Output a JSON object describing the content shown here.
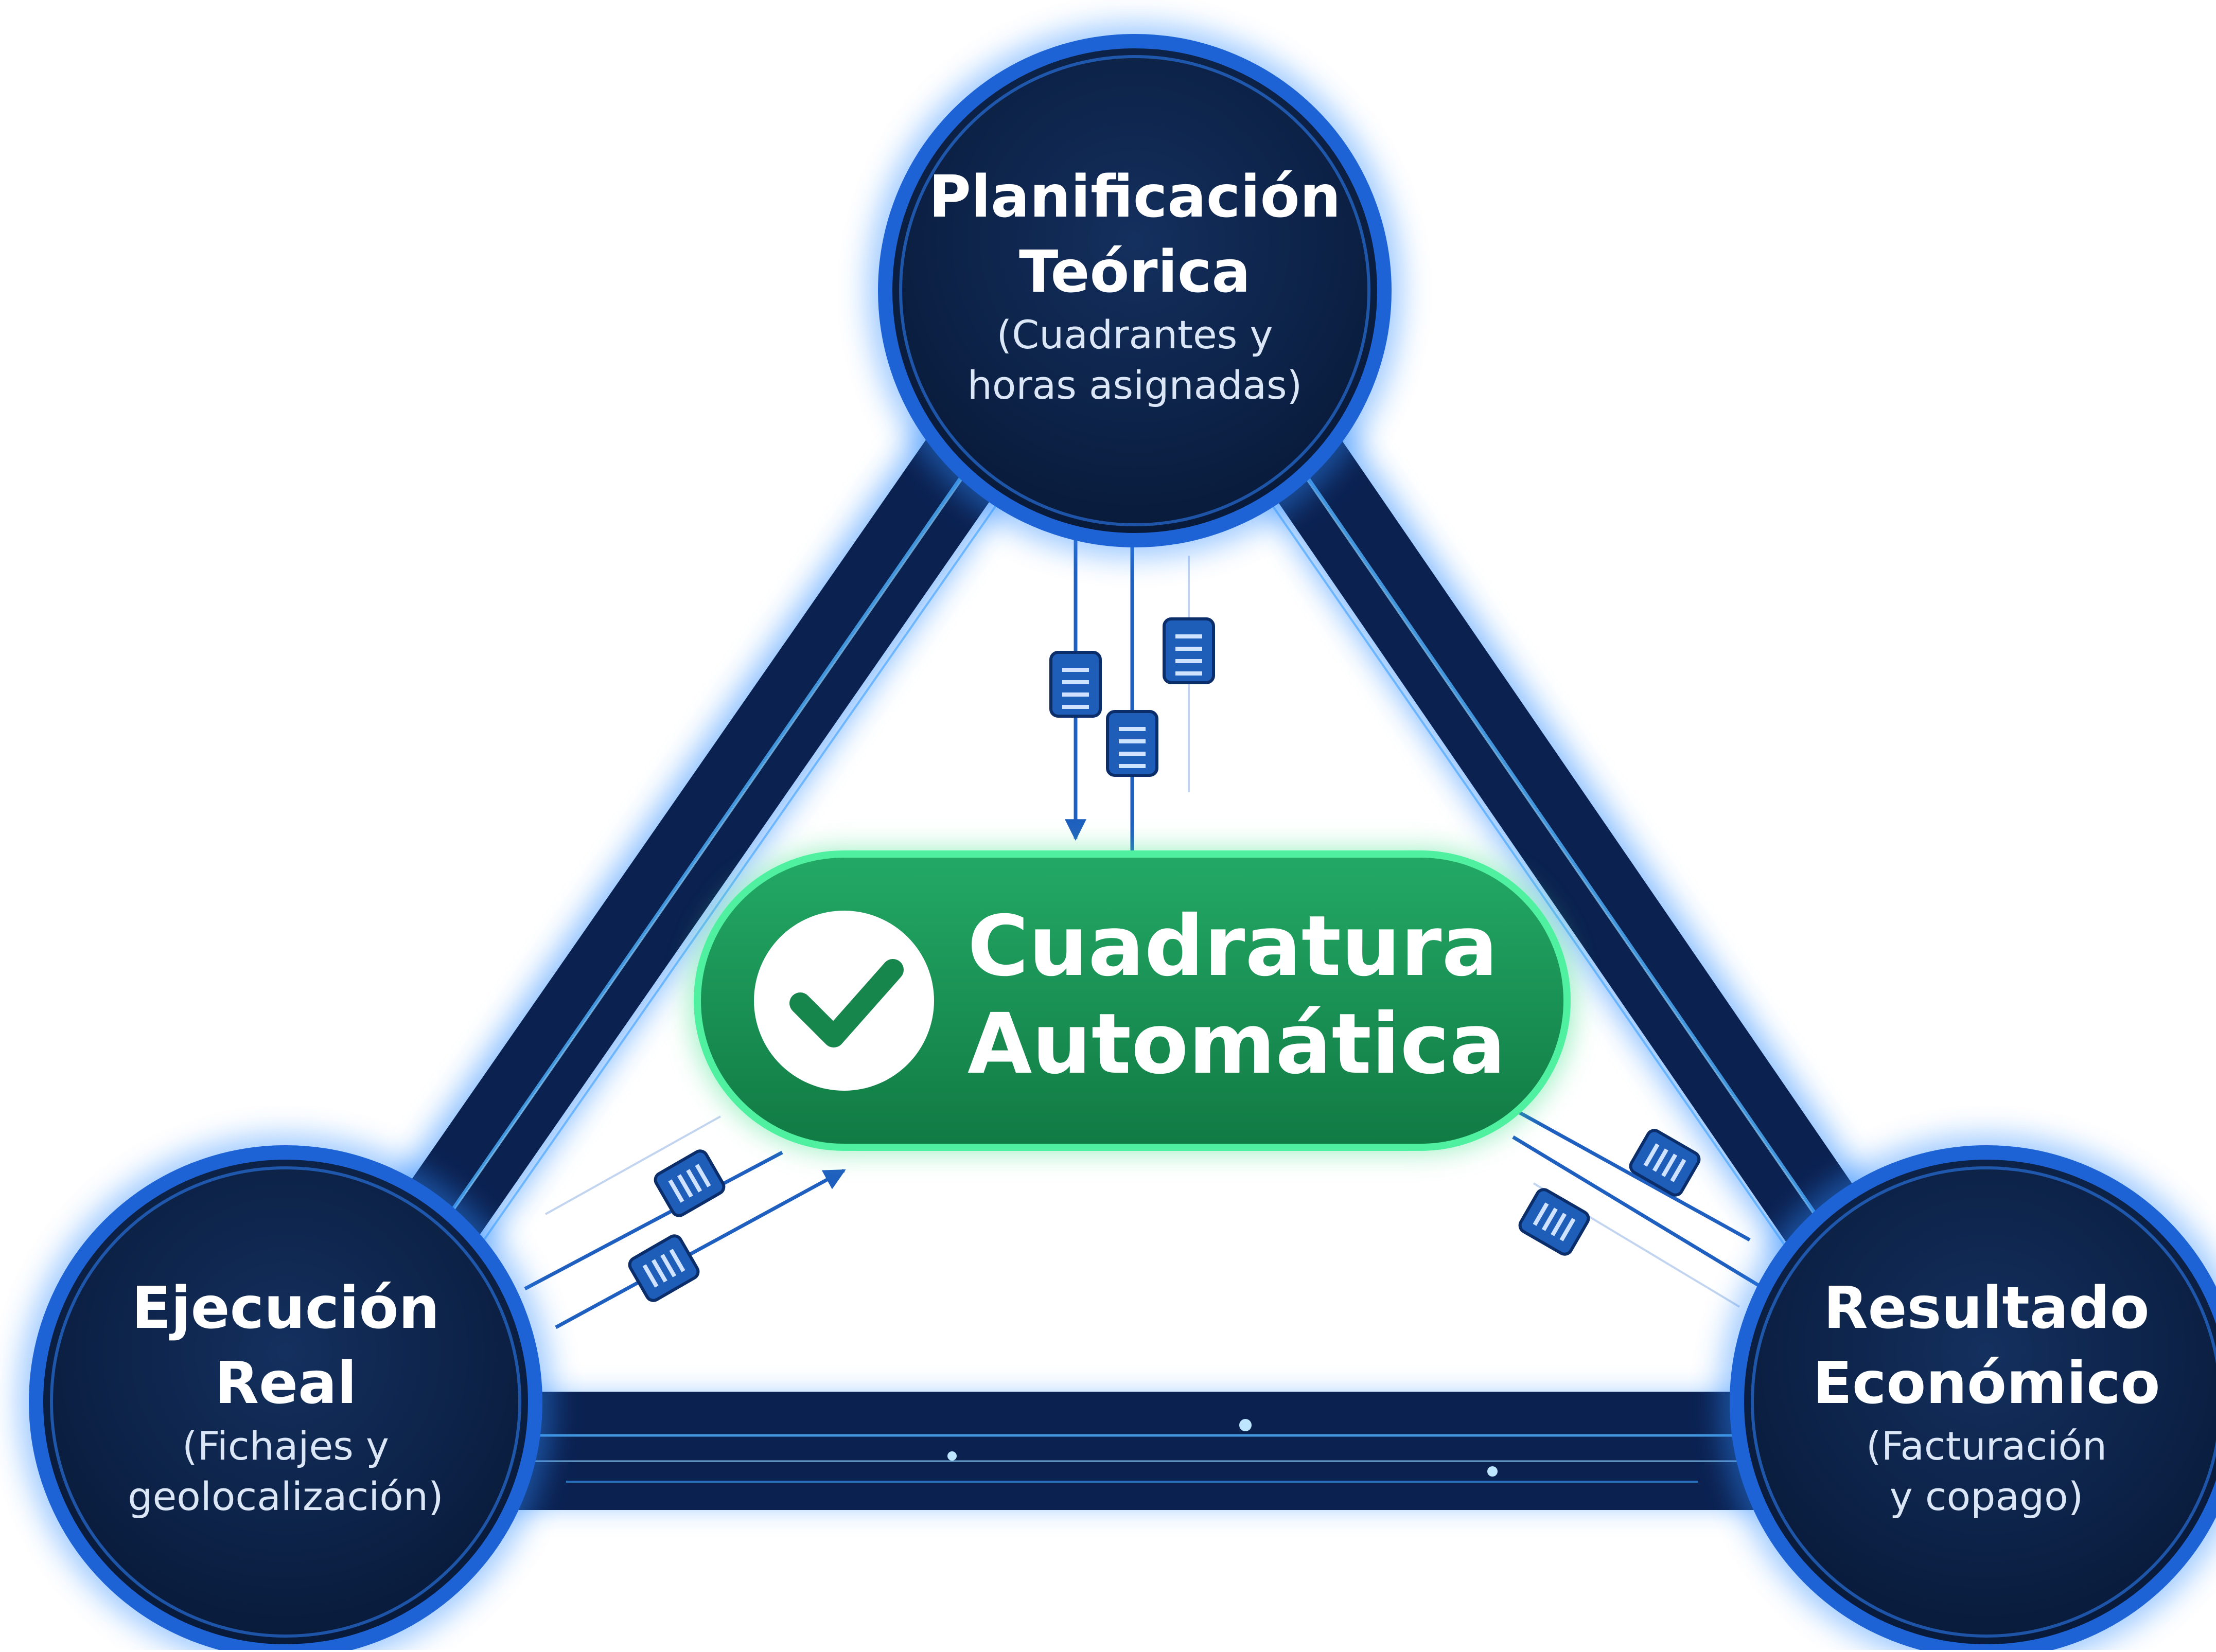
{
  "nodes": {
    "planning": {
      "title_line1": "Planificación",
      "title_line2": "Teórica",
      "sub_line1": "(Cuadrantes y",
      "sub_line2": "horas asignadas)"
    },
    "execution": {
      "title_line1": "Ejecución",
      "title_line2": "Real",
      "sub_line1": "(Fichajes y",
      "sub_line2": "geolocalización)"
    },
    "result": {
      "title_line1": "Resultado",
      "title_line2": "Económico",
      "sub_line1": "(Facturación",
      "sub_line2": "y copago)"
    }
  },
  "center": {
    "line1": "Cuadratura",
    "line2": "Automática",
    "icon": "check-icon"
  },
  "icons": {
    "packet": "document-packet-icon"
  },
  "colors": {
    "node_fill": "#0c2247",
    "node_ring": "#1d63d6",
    "band_dark": "#0b2150",
    "band_light": "#53b6ff",
    "center_fill": "#1d9858",
    "center_glow": "#3fe08a",
    "connector": "#1f5fbf",
    "packet_fill": "#1e5db8"
  }
}
